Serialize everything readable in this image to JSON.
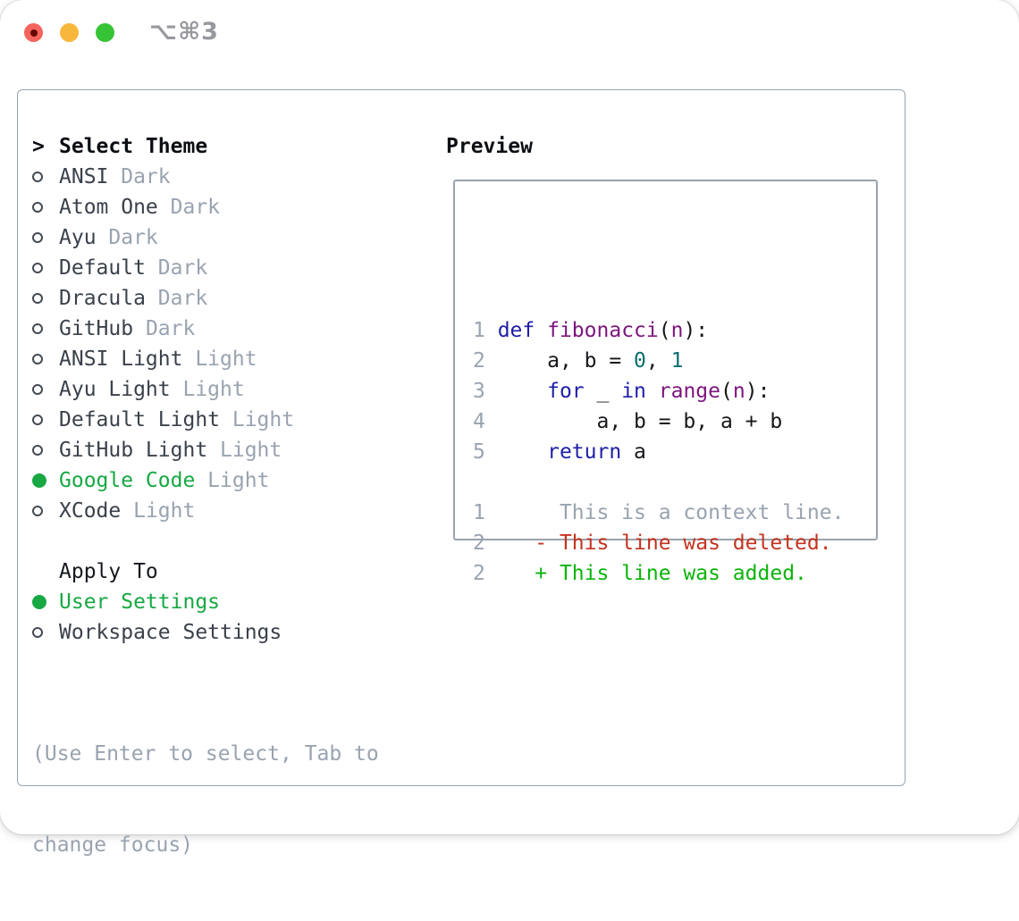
{
  "window": {
    "title": "⌥⌘3",
    "controls": [
      "close",
      "minimize",
      "zoom"
    ]
  },
  "colors": {
    "accent_green": "#17a843",
    "keyword_blue": "#1e1ea8",
    "function_purple": "#7d157d",
    "number_teal": "#0b6e6e",
    "deleted_red": "#c5331f",
    "added_green": "#0ab40a",
    "muted_gray": "#99a3b0",
    "border_gray": "#9aa3ae",
    "traffic_red": "#f4645c",
    "traffic_yellow": "#f7b73c",
    "traffic_green": "#36c336"
  },
  "left_panel": {
    "header": {
      "prompt": ">",
      "label": "Select Theme"
    },
    "themes": [
      {
        "name": "ANSI",
        "variant": "Dark",
        "selected": false
      },
      {
        "name": "Atom One",
        "variant": "Dark",
        "selected": false
      },
      {
        "name": "Ayu",
        "variant": "Dark",
        "selected": false
      },
      {
        "name": "Default",
        "variant": "Dark",
        "selected": false
      },
      {
        "name": "Dracula",
        "variant": "Dark",
        "selected": false
      },
      {
        "name": "GitHub",
        "variant": "Dark",
        "selected": false
      },
      {
        "name": "ANSI Light",
        "variant": "Light",
        "selected": false
      },
      {
        "name": "Ayu Light",
        "variant": "Light",
        "selected": false
      },
      {
        "name": "Default Light",
        "variant": "Light",
        "selected": false
      },
      {
        "name": "GitHub Light",
        "variant": "Light",
        "selected": false
      },
      {
        "name": "Google Code",
        "variant": "Light",
        "selected": true
      },
      {
        "name": "XCode",
        "variant": "Light",
        "selected": false
      }
    ],
    "apply_to": {
      "label": "Apply To",
      "options": [
        {
          "name": "User Settings",
          "selected": true
        },
        {
          "name": "Workspace Settings",
          "selected": false
        }
      ]
    },
    "hint": [
      "(Use Enter to select, Tab to",
      "change focus)"
    ]
  },
  "preview": {
    "header": "Preview",
    "lines": [
      [
        [
          "ln",
          "1 "
        ],
        [
          "kw",
          "def"
        ],
        [
          "pl",
          " "
        ],
        [
          "fn",
          "fibonacci"
        ],
        [
          "pl",
          "("
        ],
        [
          "fn",
          "n"
        ],
        [
          "pl",
          "):"
        ]
      ],
      [
        [
          "ln",
          "2 "
        ],
        [
          "pl",
          "    a, b = "
        ],
        [
          "num",
          "0"
        ],
        [
          "pl",
          ", "
        ],
        [
          "num",
          "1"
        ]
      ],
      [
        [
          "ln",
          "3 "
        ],
        [
          "pl",
          "    "
        ],
        [
          "kw",
          "for"
        ],
        [
          "pl",
          " _ "
        ],
        [
          "kw",
          "in"
        ],
        [
          "pl",
          " "
        ],
        [
          "fn",
          "range"
        ],
        [
          "pl",
          "("
        ],
        [
          "fn",
          "n"
        ],
        [
          "pl",
          "):"
        ]
      ],
      [
        [
          "ln",
          "4 "
        ],
        [
          "pl",
          "        a, b = b, a + b"
        ]
      ],
      [
        [
          "ln",
          "5 "
        ],
        [
          "pl",
          "    "
        ],
        [
          "kw",
          "return"
        ],
        [
          "pl",
          " a"
        ]
      ],
      [],
      [
        [
          "ln",
          "1"
        ],
        [
          "ctx",
          "      This is a context line."
        ]
      ],
      [
        [
          "ln",
          "2"
        ],
        [
          "pl",
          "    "
        ],
        [
          "del",
          "- This line was deleted."
        ]
      ],
      [
        [
          "ln",
          "2"
        ],
        [
          "pl",
          "    "
        ],
        [
          "add",
          "+ This line was added."
        ]
      ]
    ]
  }
}
